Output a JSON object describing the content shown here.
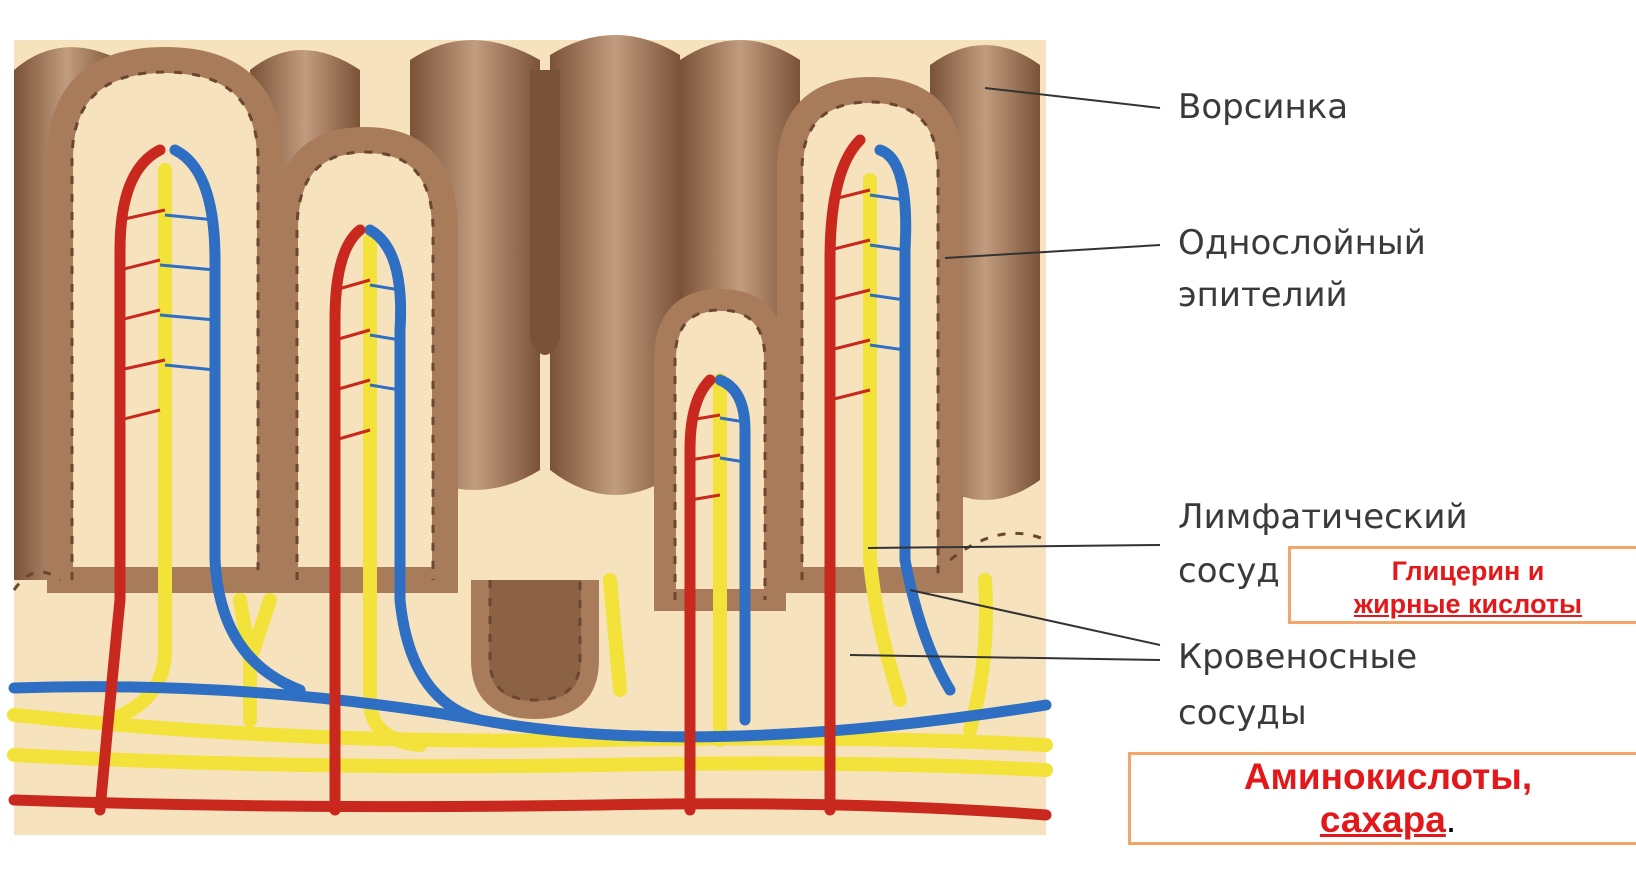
{
  "labels": {
    "villus": "Ворсинка",
    "epithelium_line1": "Однослойный",
    "epithelium_line2": "эпителий",
    "lymph_line1": "Лимфатический",
    "lymph_line2": "сосуд",
    "blood_line1": "Кровеносные",
    "blood_line2": "сосуды"
  },
  "callouts": {
    "fats_line1": "Глицерин и",
    "fats_line2": "жирные кислоты",
    "amino_line1": "Аминокислоты,",
    "amino_line2": "сахара",
    "amino_suffix": "."
  },
  "colors": {
    "tissue": "#f6e3bd",
    "villus_body": "#a87c5a",
    "cell_fill": "#f9ead8",
    "cell_outline": "#6b4630",
    "artery": "#c8281e",
    "vein": "#2e6fc4",
    "lymph": "#f2e23a",
    "callout_text": "#e3181a",
    "callout_border": "#f2a66a"
  }
}
